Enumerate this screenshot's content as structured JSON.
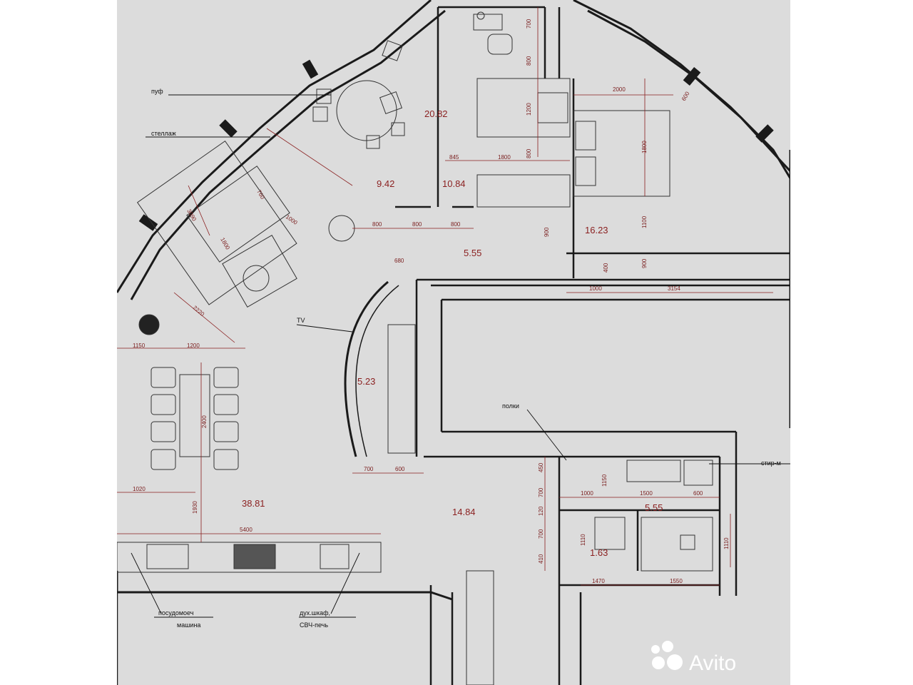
{
  "rooms": [
    "20.82",
    "9.42",
    "10.84",
    "16.23",
    "5.55",
    "5.23",
    "38.81",
    "14.84",
    "5.55",
    "1.63"
  ],
  "dimensions": [
    "2000",
    "700",
    "800",
    "1200",
    "800",
    "1800",
    "845",
    "1800",
    "3090",
    "760",
    "1800",
    "1000",
    "800",
    "800",
    "800",
    "680",
    "900",
    "400",
    "900",
    "1100",
    "1000",
    "3154",
    "2220",
    "1150",
    "1200",
    "2400",
    "1020",
    "1930",
    "5400",
    "700",
    "600",
    "450",
    "700",
    "120",
    "700",
    "410",
    "1000",
    "1500",
    "600",
    "1150",
    "1110",
    "1470",
    "1550",
    "1110",
    "600"
  ],
  "labels": {
    "puf": "пуф",
    "shelving": "стеллаж",
    "tv": "TV",
    "shelves": "полки",
    "washer": "стир-м",
    "dishwasher_1": "посудомоеч",
    "dishwasher_2": "машина",
    "oven_1": "дух.шкаф,",
    "oven_2": "СВЧ-печь"
  },
  "watermark": "Avito",
  "colors": {
    "background": "#dcdcdc",
    "walls": "#1a1a1a",
    "dimension": "#8a1f1f",
    "watermark": "#ffffff"
  }
}
